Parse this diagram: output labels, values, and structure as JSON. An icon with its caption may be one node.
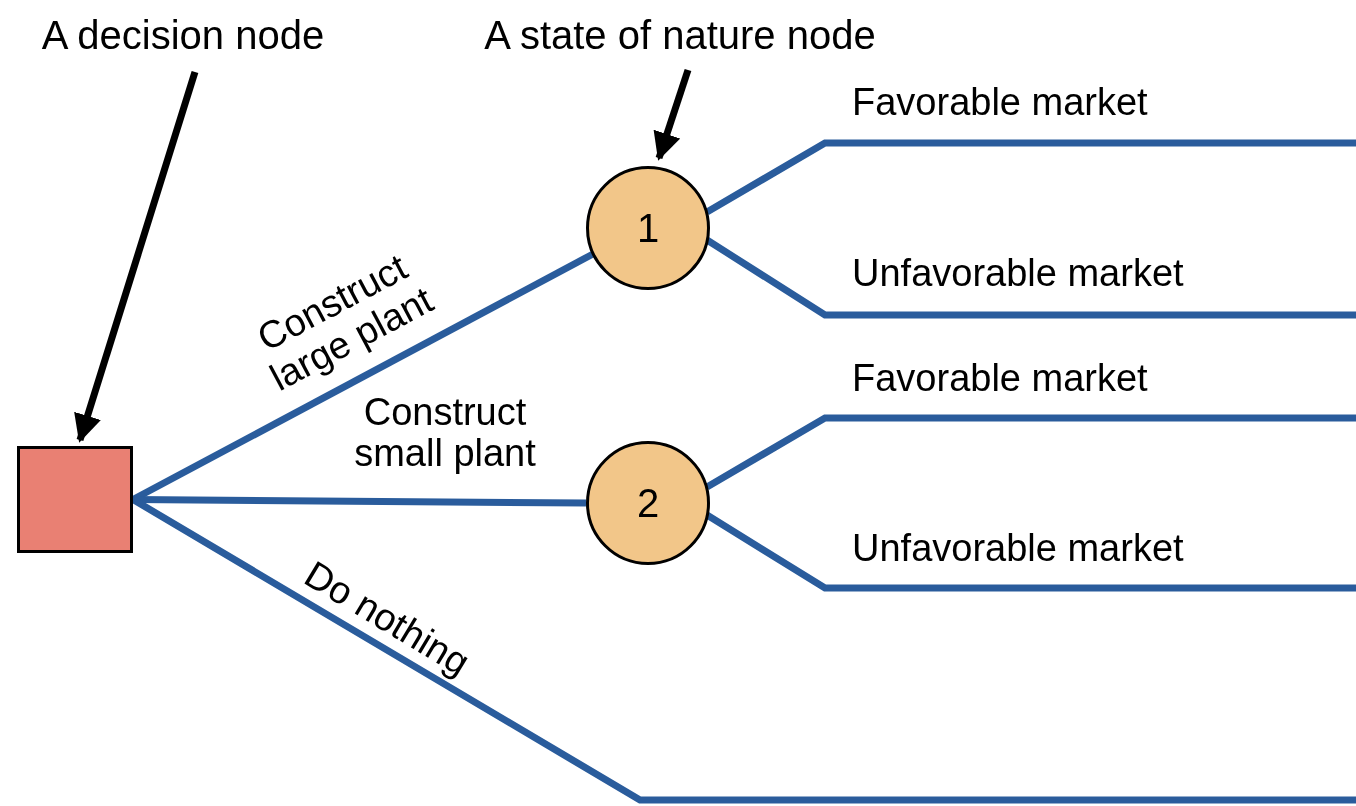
{
  "diagram": {
    "nodes": [
      {
        "text": [
          "A decision node"
        ]
      },
      {
        "text": [
          "A state of nature node"
        ]
      },
      {
        "text": [],
        "shape": "box"
      },
      {
        "text": [
          "1"
        ]
      },
      {
        "text": [
          "2"
        ]
      }
    ],
    "edges": [
      {
        "from": 0,
        "to": 2,
        "arrow": "to",
        "color": "#000000"
      },
      {
        "from": 1,
        "to": 3,
        "arrow": "to",
        "color": "#000000"
      },
      {
        "from": 2,
        "to": 3,
        "arrow": "none",
        "label": "Construct large plant"
      },
      {
        "from": 2,
        "to": 4,
        "arrow": "none",
        "label": "Construct small plant"
      },
      {
        "from": 2,
        "to": null,
        "arrow": "none",
        "label": "Do nothing"
      },
      {
        "from": 3,
        "to": null,
        "arrow": "none",
        "label": "Favorable market"
      },
      {
        "from": 3,
        "to": null,
        "arrow": "none",
        "label": "Unfavorable market"
      },
      {
        "from": 4,
        "to": null,
        "arrow": "none",
        "label": "Favorable market"
      },
      {
        "from": 4,
        "to": null,
        "arrow": "none",
        "label": "Unfavorable market"
      }
    ]
  }
}
